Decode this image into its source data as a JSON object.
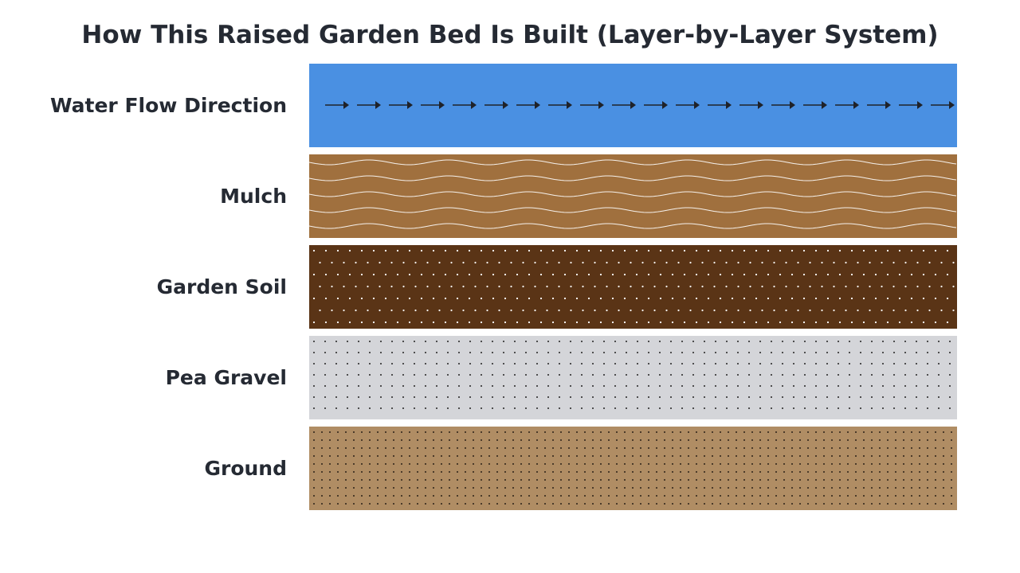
{
  "diagram": {
    "title": "How This Raised Garden Bed Is Built (Layer-by-Layer System)",
    "layers": [
      {
        "id": "water",
        "label": "Water Flow Direction",
        "color": "#4a90e2",
        "pattern": "arrows",
        "pattern_color": "#1f2229"
      },
      {
        "id": "mulch",
        "label": "Mulch",
        "color": "#a0703e",
        "pattern": "waves",
        "pattern_color": "#ffffff"
      },
      {
        "id": "soil",
        "label": "Garden Soil",
        "color": "#5a3416",
        "pattern": "dots",
        "pattern_color": "#ffffff"
      },
      {
        "id": "gravel",
        "label": "Pea Gravel",
        "color": "#d4d5d9",
        "pattern": "dots",
        "pattern_color": "#222222"
      },
      {
        "id": "ground",
        "label": "Ground",
        "color": "#b08d64",
        "pattern": "dots",
        "pattern_color": "#2b2118"
      }
    ]
  }
}
